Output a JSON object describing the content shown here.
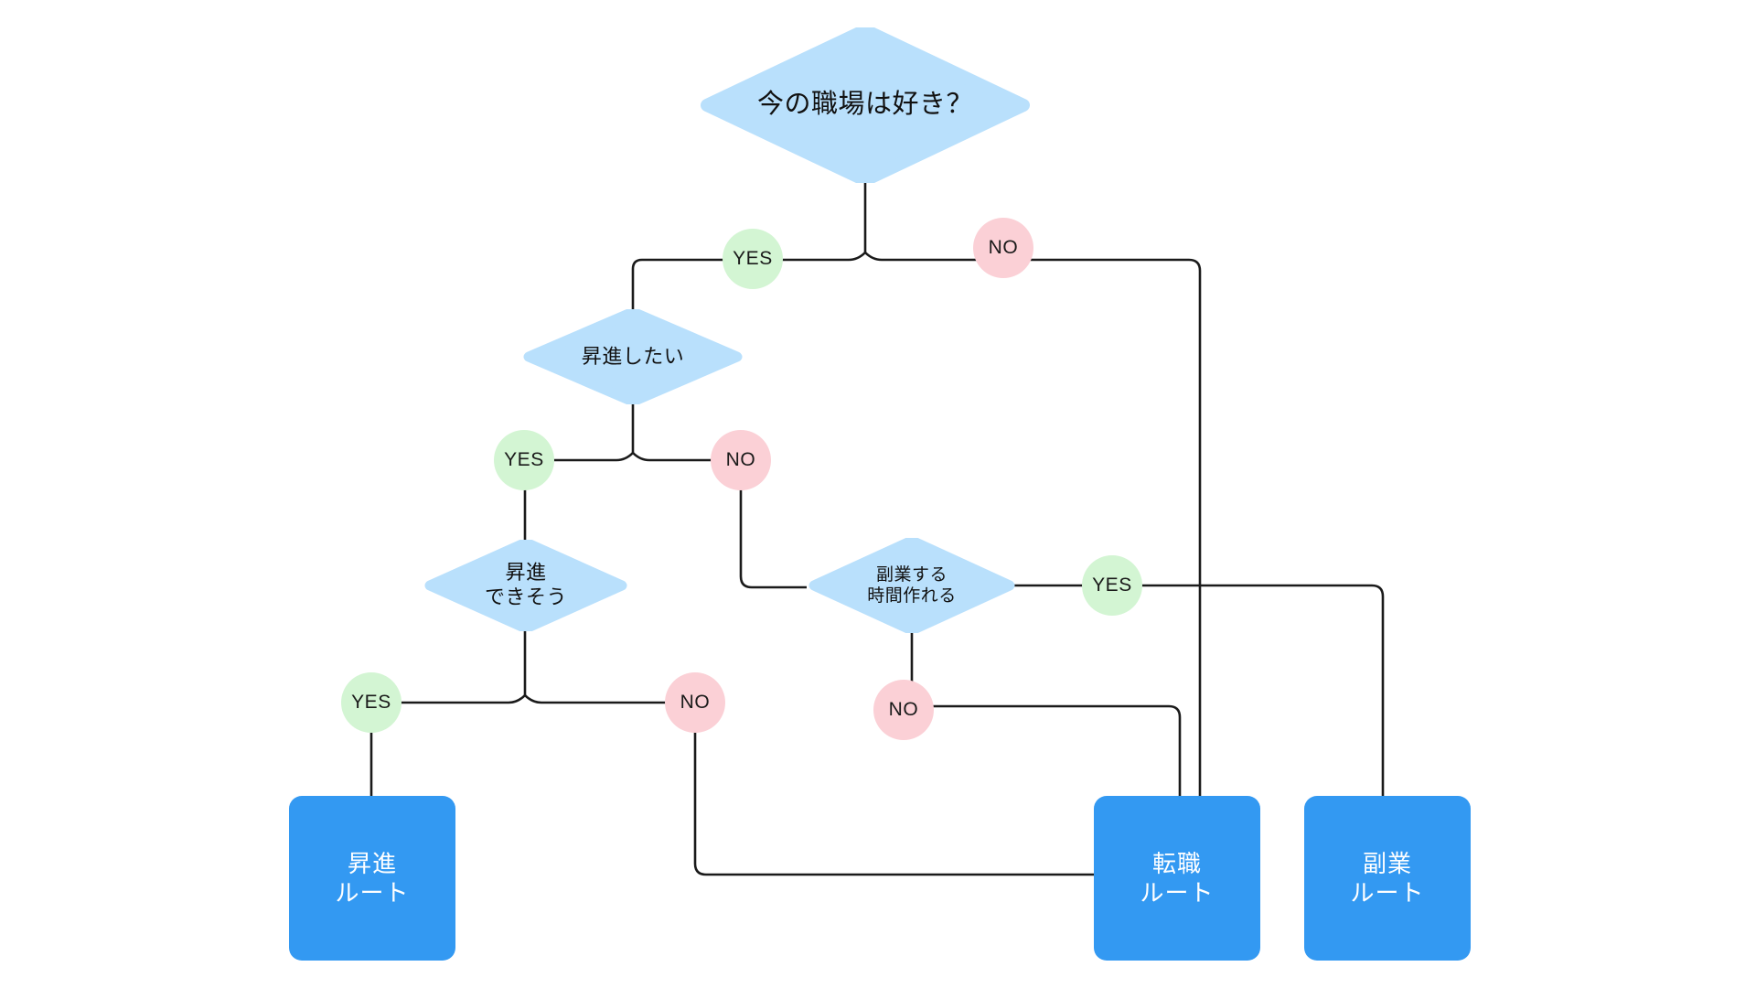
{
  "diagram": {
    "title": "今の職場は好き？",
    "colors": {
      "decision_fill": "#b9e0fc",
      "terminal_fill": "#3399f2",
      "terminal_text": "#ffffff",
      "yes_badge": "#d3f5d3",
      "no_badge": "#fbd0d6",
      "edge": "#1a1a1a",
      "background": "#ffffff"
    },
    "decisions": [
      {
        "id": "d1",
        "label": "今の職場は好き？"
      },
      {
        "id": "d2",
        "label": "昇進したい"
      },
      {
        "id": "d3",
        "label": "昇進\nできそう"
      },
      {
        "id": "d4",
        "label": "副業する\n時間作れる"
      }
    ],
    "terminals": [
      {
        "id": "t1",
        "label": "昇進\nルート"
      },
      {
        "id": "t2",
        "label": "転職\nルート"
      },
      {
        "id": "t3",
        "label": "副業\nルート"
      }
    ],
    "badges": [
      {
        "id": "b1",
        "label": "YES",
        "kind": "yes",
        "from": "d1",
        "to": "d2"
      },
      {
        "id": "b2",
        "label": "NO",
        "kind": "no",
        "from": "d1",
        "to": "t2"
      },
      {
        "id": "b3",
        "label": "YES",
        "kind": "yes",
        "from": "d2",
        "to": "d3"
      },
      {
        "id": "b4",
        "label": "NO",
        "kind": "no",
        "from": "d2",
        "to": "d4"
      },
      {
        "id": "b5",
        "label": "YES",
        "kind": "yes",
        "from": "d3",
        "to": "t1"
      },
      {
        "id": "b6",
        "label": "NO",
        "kind": "no",
        "from": "d3",
        "to": "t2"
      },
      {
        "id": "b7",
        "label": "YES",
        "kind": "yes",
        "from": "d4",
        "to": "t3"
      },
      {
        "id": "b8",
        "label": "NO",
        "kind": "no",
        "from": "d4",
        "to": "t2"
      }
    ]
  }
}
